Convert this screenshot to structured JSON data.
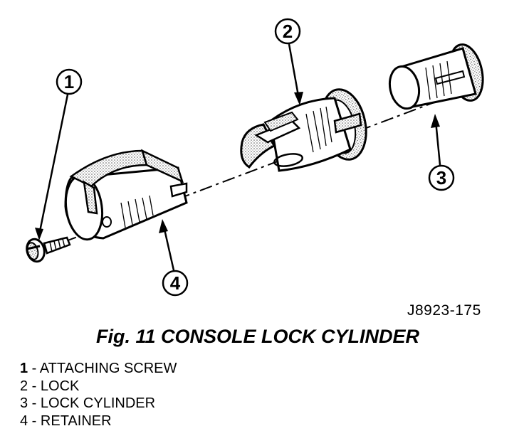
{
  "figure": {
    "code": "J8923-175",
    "title": "Fig. 11 CONSOLE LOCK CYLINDER"
  },
  "callouts": [
    {
      "num": "1"
    },
    {
      "num": "2"
    },
    {
      "num": "3"
    },
    {
      "num": "4"
    }
  ],
  "legend": [
    {
      "num": "1",
      "sep": " - ",
      "label": "ATTACHING SCREW"
    },
    {
      "num": "2",
      "sep": " - ",
      "label": "LOCK"
    },
    {
      "num": "3",
      "sep": " - ",
      "label": "LOCK CYLINDER"
    },
    {
      "num": "4",
      "sep": " - ",
      "label": "RETAINER"
    }
  ]
}
